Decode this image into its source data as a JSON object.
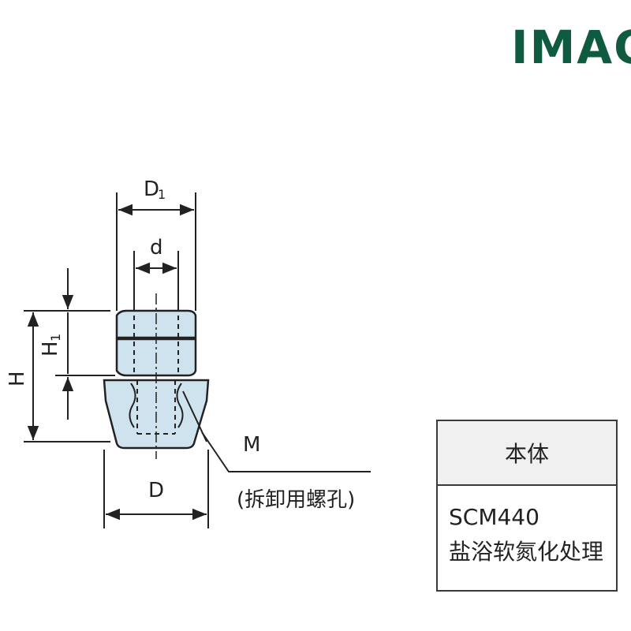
{
  "logo": {
    "text": "IMAO",
    "color": "#0f5b3f"
  },
  "dimensions": {
    "D1": {
      "main": "D",
      "sub": "1"
    },
    "d": "d",
    "H": "H",
    "H1": {
      "main": "H",
      "sub": "1"
    },
    "D": "D",
    "M": "M",
    "M_note": "(拆卸用螺孔)"
  },
  "material_table": {
    "header": "本体",
    "material": "SCM440",
    "treatment": "盐浴软氮化处理"
  },
  "colors": {
    "part_fill": "#cfe3ee",
    "line": "#222222"
  }
}
